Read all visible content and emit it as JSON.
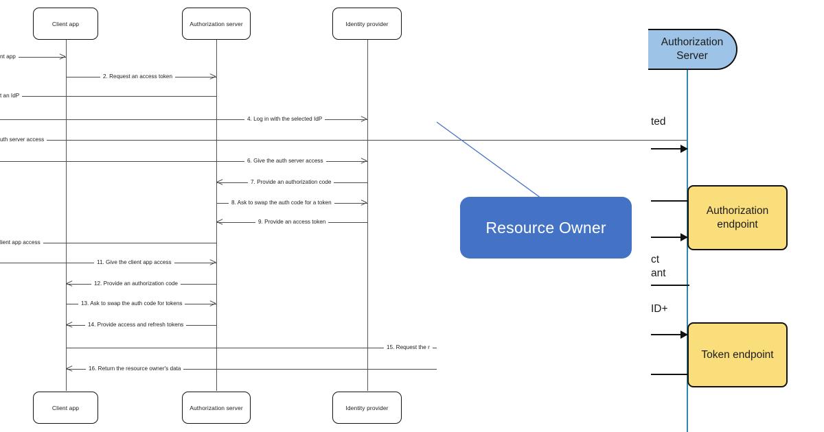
{
  "sequence_diagram": {
    "participants_top": [
      {
        "label": "Client app"
      },
      {
        "label": "Authorization server"
      },
      {
        "label": "Identity provider"
      }
    ],
    "participants_bottom": [
      {
        "label": "Client app"
      },
      {
        "label": "Authorization server"
      },
      {
        "label": "Identity provider"
      }
    ],
    "messages": [
      {
        "label": "nt app",
        "clipped": true
      },
      {
        "label": "2. Request an access token"
      },
      {
        "label": "t an IdP",
        "clipped": true
      },
      {
        "label": "4. Log in with the selected IdP"
      },
      {
        "label": "uth server access",
        "clipped": true
      },
      {
        "label": "6. Give the auth server access"
      },
      {
        "label": "7. Provide an authorization code"
      },
      {
        "label": "8. Ask to swap the auth code for a token"
      },
      {
        "label": "9. Provide an access token"
      },
      {
        "label": "lient app access",
        "clipped": true
      },
      {
        "label": "11. Give the client app access"
      },
      {
        "label": "12. Provide an authorization code"
      },
      {
        "label": "13. Ask to swap the auth code for tokens"
      },
      {
        "label": "14. Provide access and refresh tokens"
      },
      {
        "label": "15. Request the r",
        "clipped": true
      },
      {
        "label": "16. Return the resource owner's data"
      }
    ]
  },
  "resource_owner": {
    "label": "Resource Owner",
    "fill": "#4472C4",
    "text_color": "#FFFFFF"
  },
  "right_panel": {
    "authorization_server": {
      "label": "Authorization Server",
      "fill": "#9DC3E6"
    },
    "lifeline_color": "#2E86AB",
    "boxes": [
      {
        "label": "Authorization endpoint",
        "fill": "#FADE7C"
      },
      {
        "label": "Token endpoint",
        "fill": "#FADE7C"
      }
    ],
    "clipped_text_fragments": [
      {
        "text": "ted"
      },
      {
        "text": "ct"
      },
      {
        "text": "ant"
      },
      {
        "text": "ID+"
      }
    ]
  }
}
